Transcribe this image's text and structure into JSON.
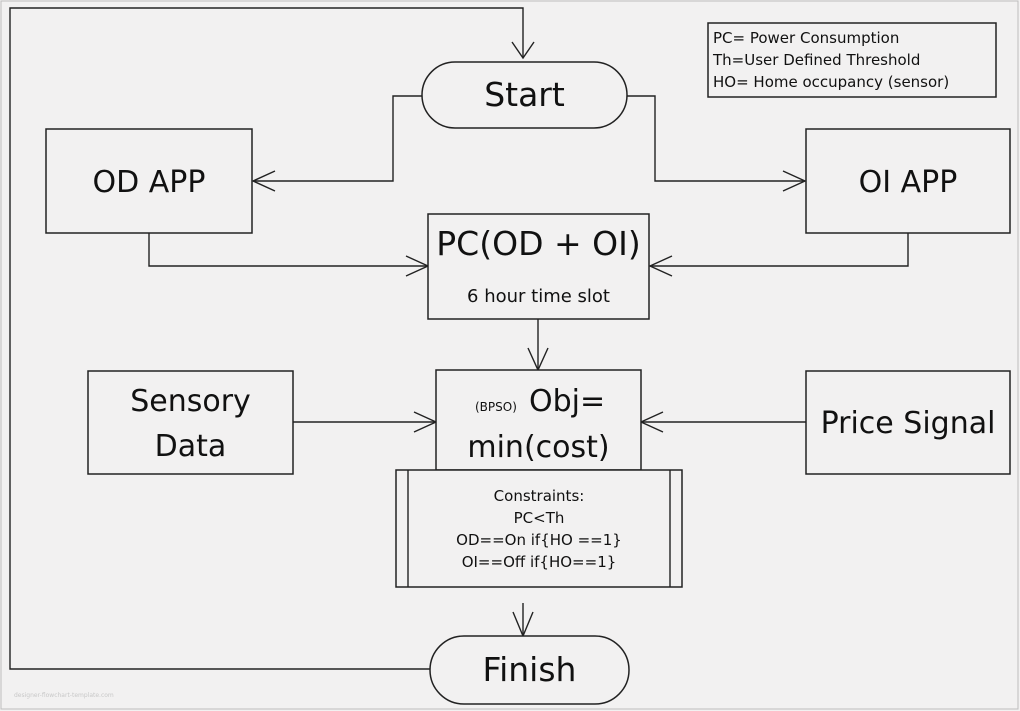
{
  "legend": {
    "lines": [
      "PC= Power Consumption",
      "Th=User Defined Threshold",
      "HO= Home occupancy (sensor)"
    ]
  },
  "nodes": {
    "start": "Start",
    "od_app": "OD APP",
    "oi_app": "OI APP",
    "pc_title": "PC(OD + OI)",
    "pc_sub": "6 hour time slot",
    "sensory_line1": "Sensory",
    "sensory_line2": "Data",
    "obj_prefix": "(BPSO)",
    "obj_line1": "Obj=",
    "obj_line2": "min(cost)",
    "price_signal": "Price Signal",
    "finish": "Finish"
  },
  "constraints": {
    "title": "Constraints:",
    "lines": [
      "PC<Th",
      "OD==On if{HO ==1}",
      "OI==Off if{HO==1}"
    ]
  },
  "watermark": "designer-flowchart-template.com"
}
